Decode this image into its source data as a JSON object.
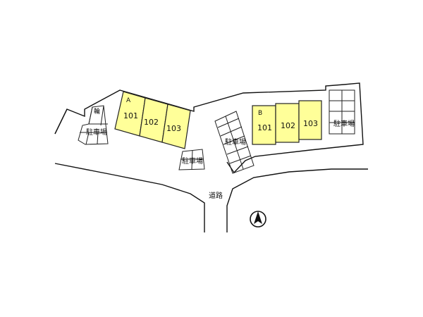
{
  "colors": {
    "unit_fill": "#ffff99",
    "lines": "#111111",
    "background": "#ffffff"
  },
  "building_a": {
    "label": "A",
    "units": [
      "101",
      "102",
      "103"
    ]
  },
  "building_b": {
    "label": "B",
    "units": [
      "101",
      "102",
      "103"
    ]
  },
  "parking": {
    "left_label": "駐車場",
    "center_label": "駐車場",
    "middle_label": "駐車場",
    "right_label": "駐車場"
  },
  "bicycle_label": "輪",
  "road_label": "道路",
  "north_icon": "north-arrow-icon"
}
